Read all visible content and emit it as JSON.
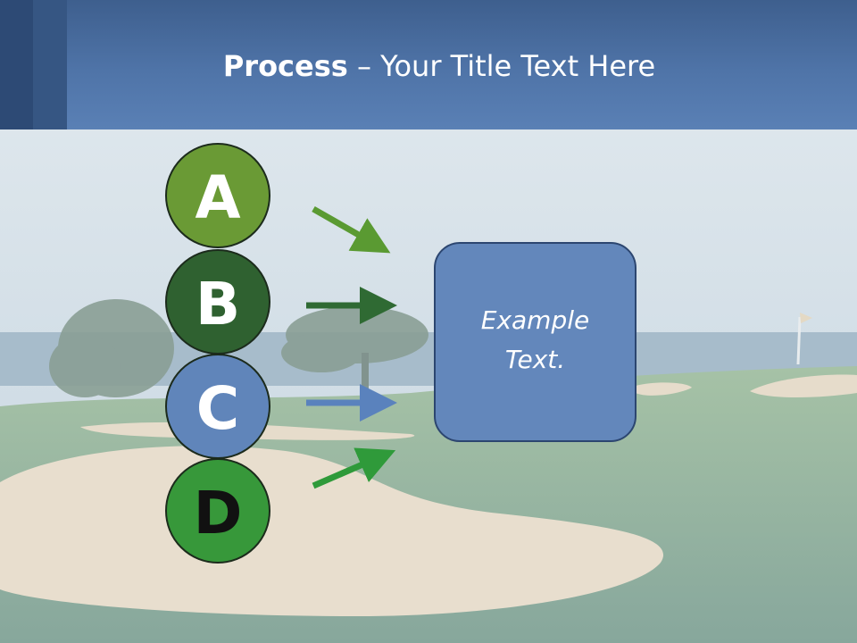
{
  "title": {
    "bold": "Process",
    "rest": " – Your Title Text Here"
  },
  "steps": [
    {
      "letter": "A",
      "fill": "#6a9a35",
      "text_color": "#ffffff",
      "arrow": "#5a9a32"
    },
    {
      "letter": "B",
      "fill": "#2f6130",
      "text_color": "#ffffff",
      "arrow": "#2f6a33"
    },
    {
      "letter": "C",
      "fill": "#6085ba",
      "text_color": "#ffffff",
      "arrow": "#5a82bd"
    },
    {
      "letter": "D",
      "fill": "#37983a",
      "text_color": "#111111",
      "arrow": "#2f9a3a"
    }
  ],
  "target": {
    "line1": "Example",
    "line2": "Text.",
    "fill": "#6387bb",
    "border": "#2c4670"
  },
  "colors": {
    "header": "#4f74a8",
    "sky": "#c8d7e3",
    "grass": "#8fb08e",
    "sand": "#e9dfcc"
  }
}
